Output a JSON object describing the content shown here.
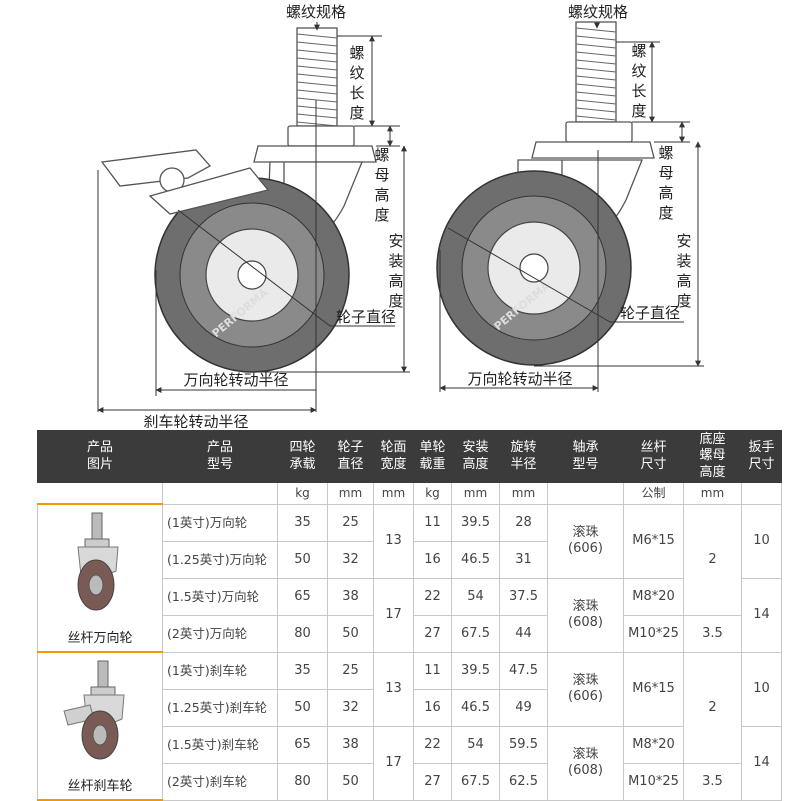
{
  "diagram": {
    "left": {
      "thread_spec": "螺纹规格",
      "thread_length": "螺\n纹\n长\n度",
      "nut_height": "螺\n母\n高\n度",
      "install_height": "安\n装\n高\n度",
      "wheel_diameter": "轮子直径",
      "swivel_radius": "万向轮转动半径",
      "brake_radius": "刹车轮转动半径",
      "wheel_text": "PERFORMA"
    },
    "right": {
      "thread_spec": "螺纹规格",
      "thread_length": "螺\n纹\n长\n度",
      "nut_height": "螺\n母\n高\n度",
      "install_height": "安\n装\n高\n度",
      "wheel_diameter": "轮子直径",
      "swivel_radius": "万向轮转动半径",
      "wheel_text": "PERFORMA"
    }
  },
  "table": {
    "headers": [
      "产品\n图片",
      "产品\n型号",
      "四轮\n承载",
      "轮子\n直径",
      "轮面\n宽度",
      "单轮\n载重",
      "安装\n高度",
      "旋转\n半径",
      "轴承\n型号",
      "丝杆\n尺寸",
      "底座\n螺母\n高度",
      "扳手\n尺寸"
    ],
    "units": [
      "",
      "",
      "kg",
      "mm",
      "mm",
      "kg",
      "mm",
      "mm",
      "",
      "公制",
      "mm",
      ""
    ],
    "groups": [
      {
        "label": "丝杆万向轮",
        "image_icon": "swivel-caster-icon",
        "rows": [
          {
            "model": "(1英寸)万向轮",
            "load4": "35",
            "dia": "25",
            "single": "11",
            "height": "39.5",
            "radius": "28",
            "thread": "M6*15"
          },
          {
            "model": "(1.25英寸)万向轮",
            "load4": "50",
            "dia": "32",
            "single": "16",
            "height": "46.5",
            "radius": "31",
            "thread": "M6*15"
          },
          {
            "model": "(1.5英寸)万向轮",
            "load4": "65",
            "dia": "38",
            "single": "22",
            "height": "54",
            "radius": "37.5",
            "thread": "M8*20"
          },
          {
            "model": "(2英寸)万向轮",
            "load4": "80",
            "dia": "50",
            "single": "27",
            "height": "67.5",
            "radius": "44",
            "thread": "M10*25"
          }
        ],
        "width_a": "13",
        "width_b": "17",
        "bearing_a": "滚珠\n(606)",
        "bearing_b": "滚珠\n(608)",
        "nut_a": "2",
        "nut_b": "3.5",
        "wrench_a": "10",
        "wrench_b": "14"
      },
      {
        "label": "丝杆刹车轮",
        "image_icon": "brake-caster-icon",
        "rows": [
          {
            "model": "(1英寸)刹车轮",
            "load4": "35",
            "dia": "25",
            "single": "11",
            "height": "39.5",
            "radius": "47.5"
          },
          {
            "model": "(1.25英寸)刹车轮",
            "load4": "50",
            "dia": "32",
            "single": "16",
            "height": "46.5",
            "radius": "49"
          },
          {
            "model": "(1.5英寸)刹车轮",
            "load4": "65",
            "dia": "38",
            "single": "22",
            "height": "54",
            "radius": "59.5"
          },
          {
            "model": "(2英寸)刹车轮",
            "load4": "80",
            "dia": "50",
            "single": "27",
            "height": "67.5",
            "radius": "62.5"
          }
        ],
        "width_a": "13",
        "width_b": "17",
        "bearing_a": "滚珠\n(606)",
        "bearing_b": "滚珠\n(608)",
        "thread_a": "M6*15",
        "thread_b": "M8*20",
        "thread_c": "M10*25",
        "nut_a": "2",
        "nut_b": "3.5",
        "wrench_a": "10",
        "wrench_b": "14"
      }
    ]
  }
}
